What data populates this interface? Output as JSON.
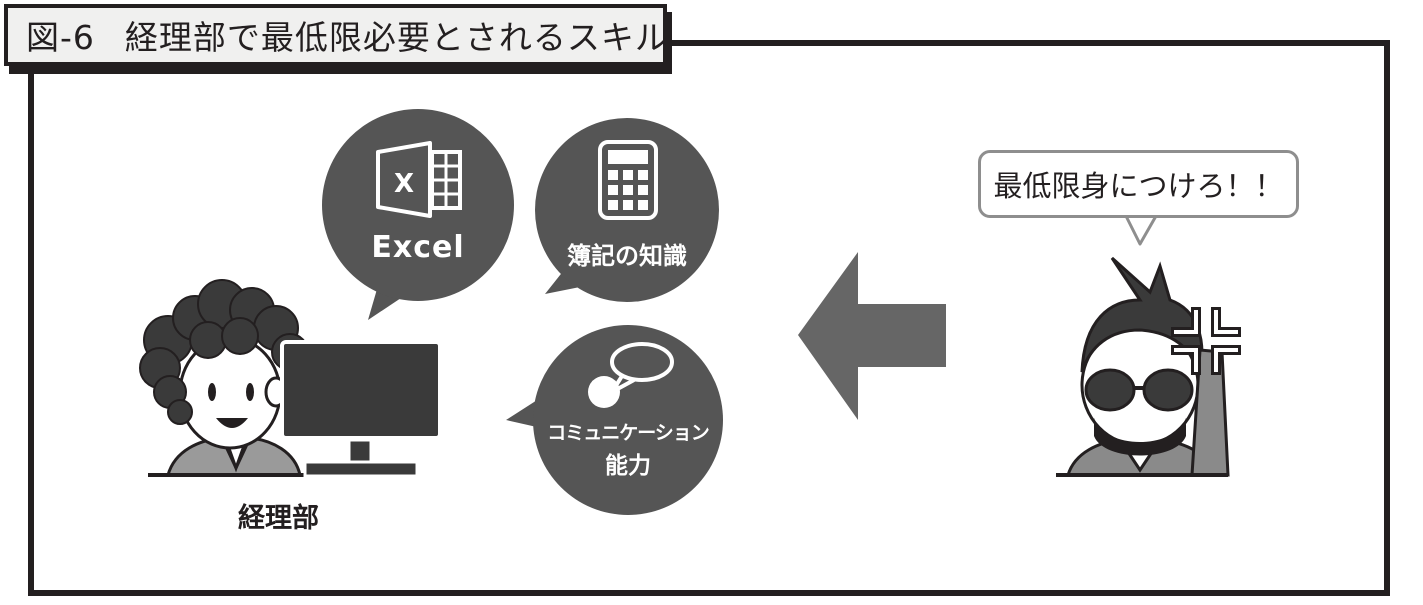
{
  "title": {
    "figure_no": "図-6",
    "text": "経理部で最低限必要とされるスキル"
  },
  "skills": [
    {
      "label": "Excel",
      "icon": "excel-icon"
    },
    {
      "label": "簿記の知識",
      "icon": "calculator-icon"
    },
    {
      "label_line1": "コミュニケーション",
      "label_line2": "能力",
      "icon": "speech-bubbles-icon"
    }
  ],
  "accounting_person": {
    "label": "経理部"
  },
  "boss": {
    "speech": "最低限身につけろ！！",
    "mood_icon": "anger-mark-icon"
  },
  "colors": {
    "dark": "#231f20",
    "bubble": "#555555",
    "arrow": "#666666",
    "panel": "#f0f0ef"
  }
}
